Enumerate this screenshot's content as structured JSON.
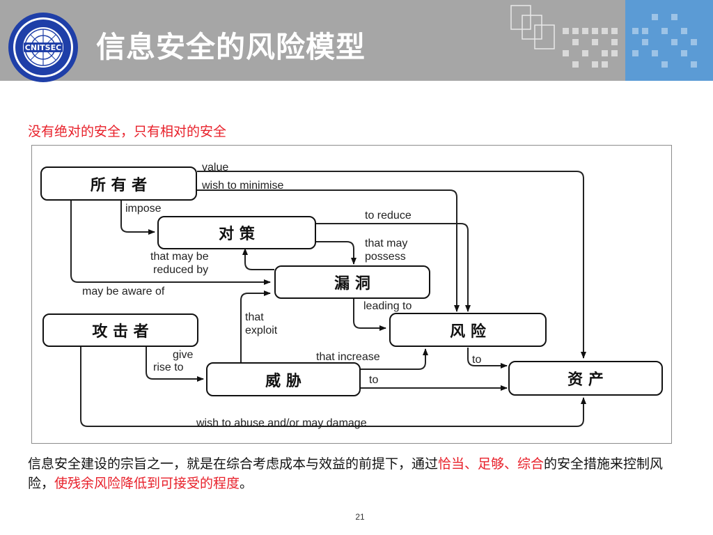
{
  "header": {
    "title": "信息安全的风险模型",
    "background_color": "#a6a6a6",
    "accent_color": "#5b9bd5"
  },
  "logo": {
    "name": "seal-logo",
    "center_text": "CNITSEC"
  },
  "subtitle": "没有绝对的安全，只有相对的安全",
  "diagram": {
    "nodes": {
      "owner": "所 有 者",
      "countermeasure": "对    策",
      "vulnerability": "漏    洞",
      "risk": "风      险",
      "attacker": "攻 击 者",
      "threat": "威 胁",
      "asset": "资    产"
    },
    "labels": {
      "value": "value",
      "wish_to_minimise": "wish to minimise",
      "impose": "impose",
      "to_reduce": "to reduce",
      "that_may_be": "that may be",
      "reduced_by": "reduced by",
      "that_may": "that may",
      "possess": "possess",
      "may_be_aware_of": "may be aware of",
      "leading_to": "leading to",
      "that": "that",
      "exploit": "exploit",
      "give": "give",
      "rise_to": "rise to",
      "that_increase": "that increase",
      "to_asset": "to",
      "to_threat": "to",
      "wish_to_abuse": "wish to abuse and/or may damage"
    }
  },
  "bottom_text": {
    "part1": "信息安全建设的宗旨之一，就是在综合考虑成本与效益的前提下，通过",
    "red1": "恰当、足够、综合",
    "part2": "的安全措施来控制风险，",
    "red2": "使残余风险降低到可接受的程度",
    "part3": "。"
  },
  "page_number": "21"
}
